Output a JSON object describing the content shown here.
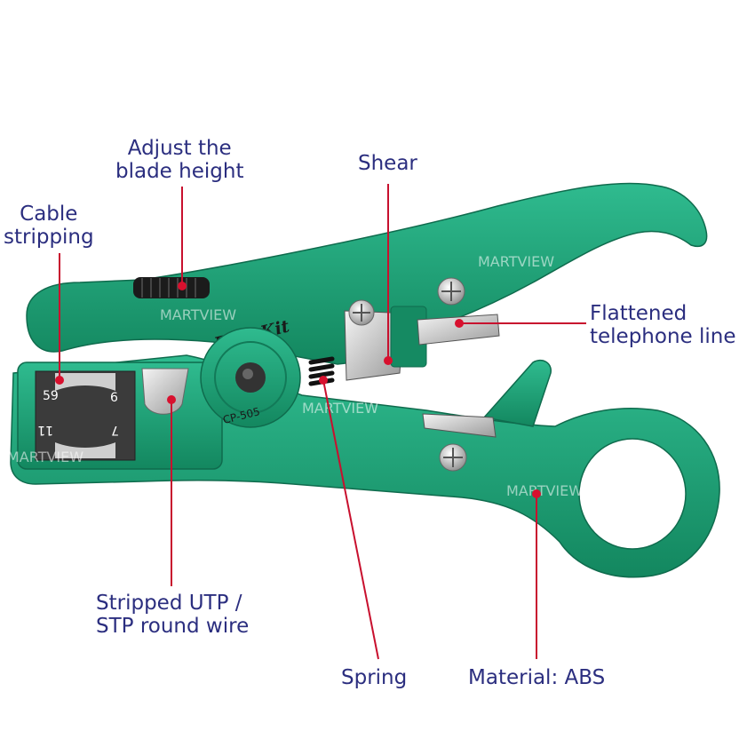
{
  "labels": {
    "adjust_blade": [
      "Adjust the",
      "blade height"
    ],
    "cable_stripping": [
      "Cable",
      "stripping"
    ],
    "shear": "Shear",
    "flattened": [
      "Flattened",
      "telephone line"
    ],
    "stripped": [
      "Stripped UTP /",
      "STP round wire"
    ],
    "spring": "Spring",
    "material": "Material: ABS"
  },
  "tool": {
    "brand": "Pro'sKit",
    "model": "CP-505",
    "numbers": [
      "59",
      "6",
      "11",
      "7"
    ]
  },
  "watermark": "MARTVIEW",
  "colors": {
    "body": "#1fa47a",
    "body_dark": "#127a58",
    "label_text": "#2b2e7f",
    "leader_line": "#c8102e",
    "dot": "#d8102e"
  }
}
